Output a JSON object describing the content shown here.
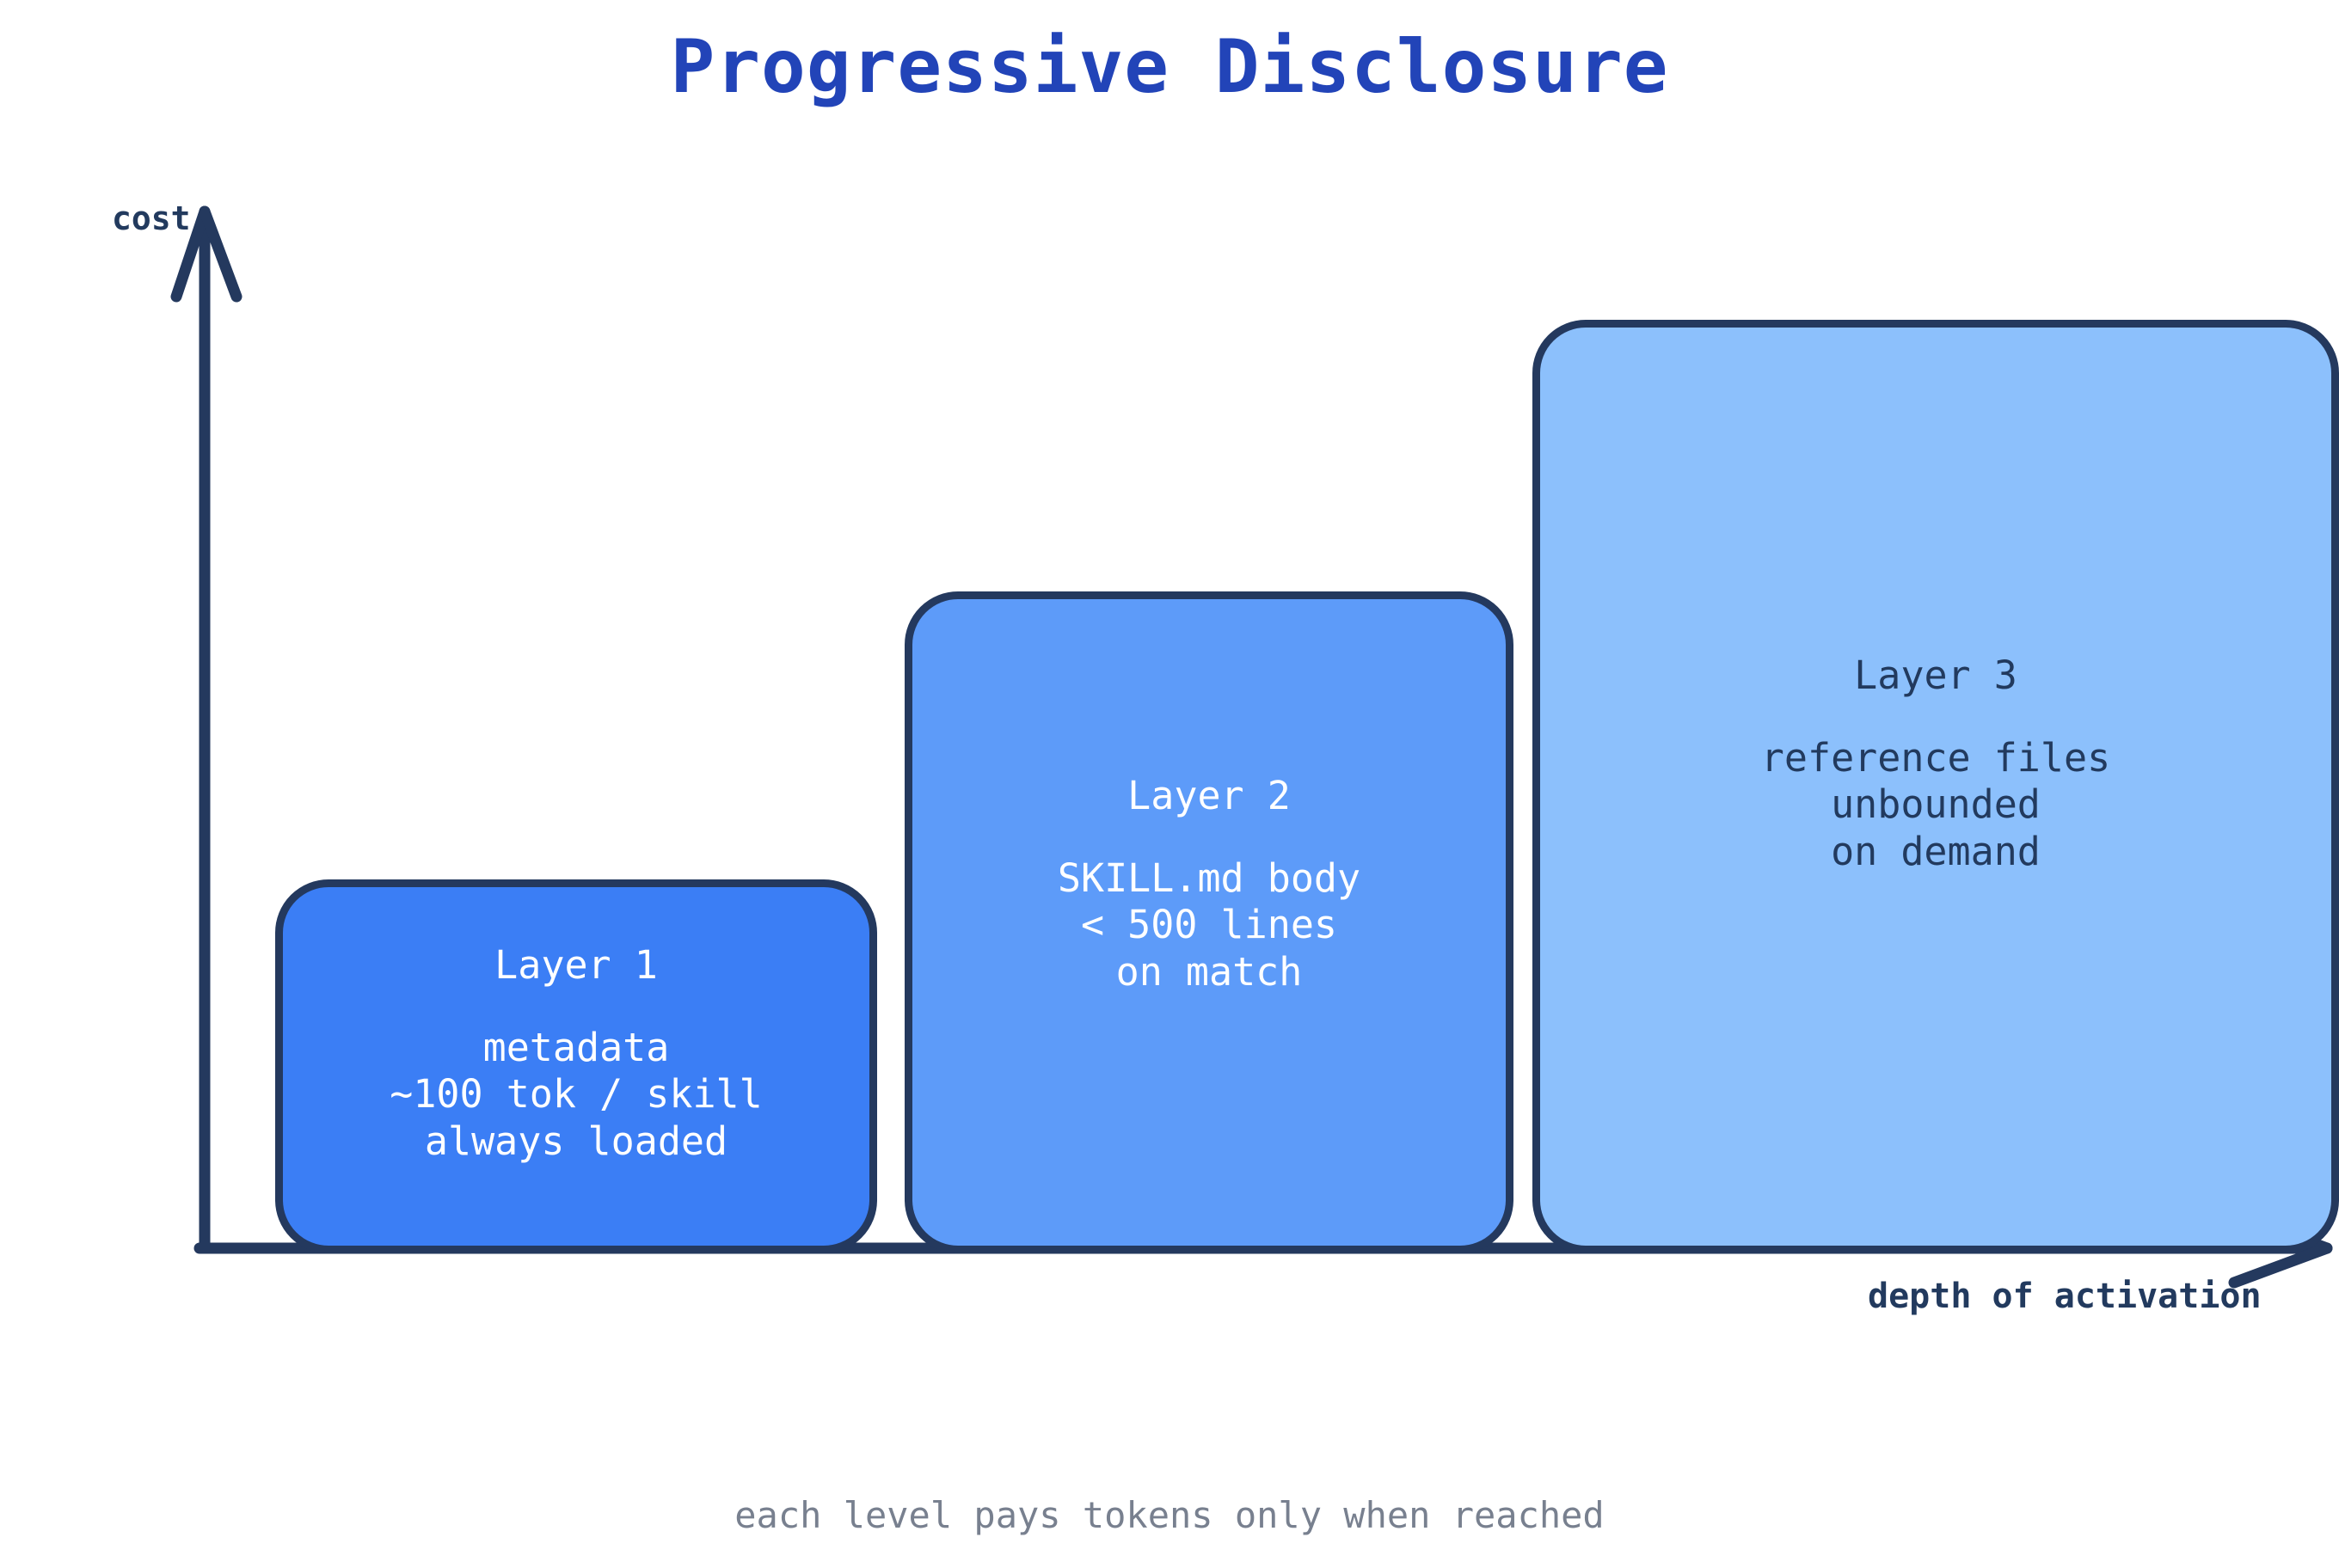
{
  "title": "Progressive Disclosure",
  "axes": {
    "y_label": "cost",
    "x_label": "depth of activation"
  },
  "caption": "each level pays tokens only when reached",
  "colors": {
    "title": "#2244b8",
    "axis": "#24395e",
    "axis_text": "#223a5e",
    "layer1_fill": "#3b7ef5",
    "layer2_fill": "#5d9bf9",
    "layer3_fill": "#8cc0fc",
    "border": "#24395e",
    "caption": "#78808f",
    "background": "#ffffff"
  },
  "layers": [
    {
      "title": "Layer 1",
      "lines": "metadata\n~100 tok / skill\nalways loaded",
      "text_color": "#ffffff"
    },
    {
      "title": "Layer 2",
      "lines": "SKILL.md body\n< 500 lines\non match",
      "text_color": "#ffffff"
    },
    {
      "title": "Layer 3",
      "lines": "reference files\nunbounded\non demand",
      "text_color": "#223a5e"
    }
  ],
  "chart_data": {
    "type": "bar",
    "title": "Progressive Disclosure",
    "subtitle": "each level pays tokens only when reached",
    "xlabel": "depth of activation",
    "ylabel": "cost",
    "grid": false,
    "legend": "none",
    "categories": [
      "Layer 1",
      "Layer 2",
      "Layer 3"
    ],
    "values": [
      435,
      770,
      1086
    ],
    "value_units": "relative cost (box height, px)",
    "annotations": [
      "Layer 1: metadata, ~100 tok / skill, always loaded",
      "Layer 2: SKILL.md body, < 500 lines, on match",
      "Layer 3: reference files, unbounded, on demand"
    ],
    "bar_colors": [
      "#3b7ef5",
      "#5d9bf9",
      "#8cc0fc"
    ]
  }
}
